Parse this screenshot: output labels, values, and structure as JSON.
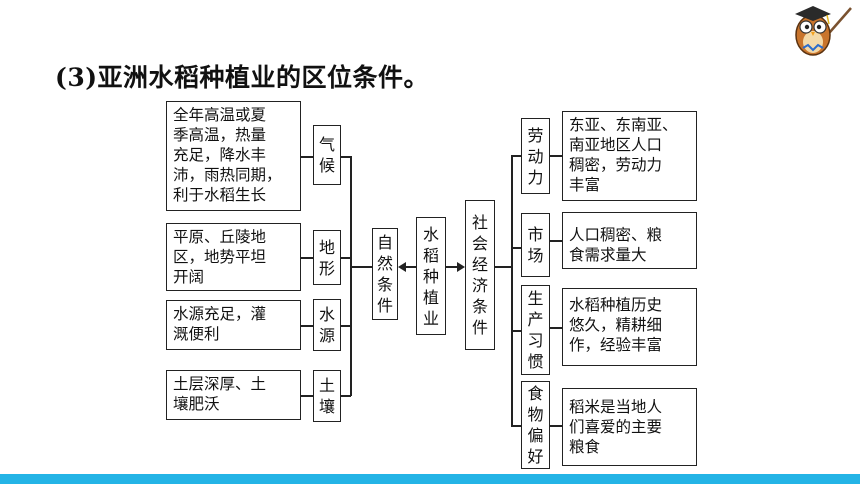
{
  "heading": "(3)亚洲水稻种植业的区位条件。",
  "center": {
    "label": [
      "水",
      "稻",
      "种",
      "植",
      "业"
    ]
  },
  "natural": {
    "label": [
      "自",
      "然",
      "条",
      "件"
    ],
    "factors": [
      {
        "name": [
          "气",
          "候"
        ],
        "desc": [
          "全年高温或夏",
          "季高温，热量",
          "充足，降水丰",
          "沛，雨热同期，",
          "利于水稻生长"
        ]
      },
      {
        "name": [
          "地",
          "形"
        ],
        "desc": [
          "平原、丘陵地",
          "区，地势平坦",
          "开阔"
        ]
      },
      {
        "name": [
          "水",
          "源"
        ],
        "desc": [
          "水源充足，灌",
          "溉便利"
        ]
      },
      {
        "name": [
          "土",
          "壤"
        ],
        "desc": [
          "土层深厚、土",
          "壤肥沃"
        ]
      }
    ]
  },
  "social": {
    "label": [
      "社",
      "会",
      "经",
      "济",
      "条",
      "件"
    ],
    "factors": [
      {
        "name": [
          "劳",
          "动",
          "力"
        ],
        "desc": [
          "东亚、东南亚、",
          "南亚地区人口",
          "稠密，劳动力",
          "丰富"
        ]
      },
      {
        "name": [
          "市",
          "场"
        ],
        "desc": [
          "人口稠密、粮",
          "食需求量大"
        ]
      },
      {
        "name": [
          "生",
          "产",
          "习",
          "惯"
        ],
        "desc": [
          "水稻种植历史",
          "悠久，精耕细",
          "作，经验丰富"
        ]
      },
      {
        "name": [
          "食",
          "物",
          "偏",
          "好"
        ],
        "desc": [
          "稻米是当地人",
          "们喜爱的主要",
          "粮食"
        ]
      }
    ]
  },
  "colors": {
    "accent_bar": "#24b4e6",
    "line": "#222222"
  },
  "icons": [
    "owl-teacher-icon"
  ]
}
